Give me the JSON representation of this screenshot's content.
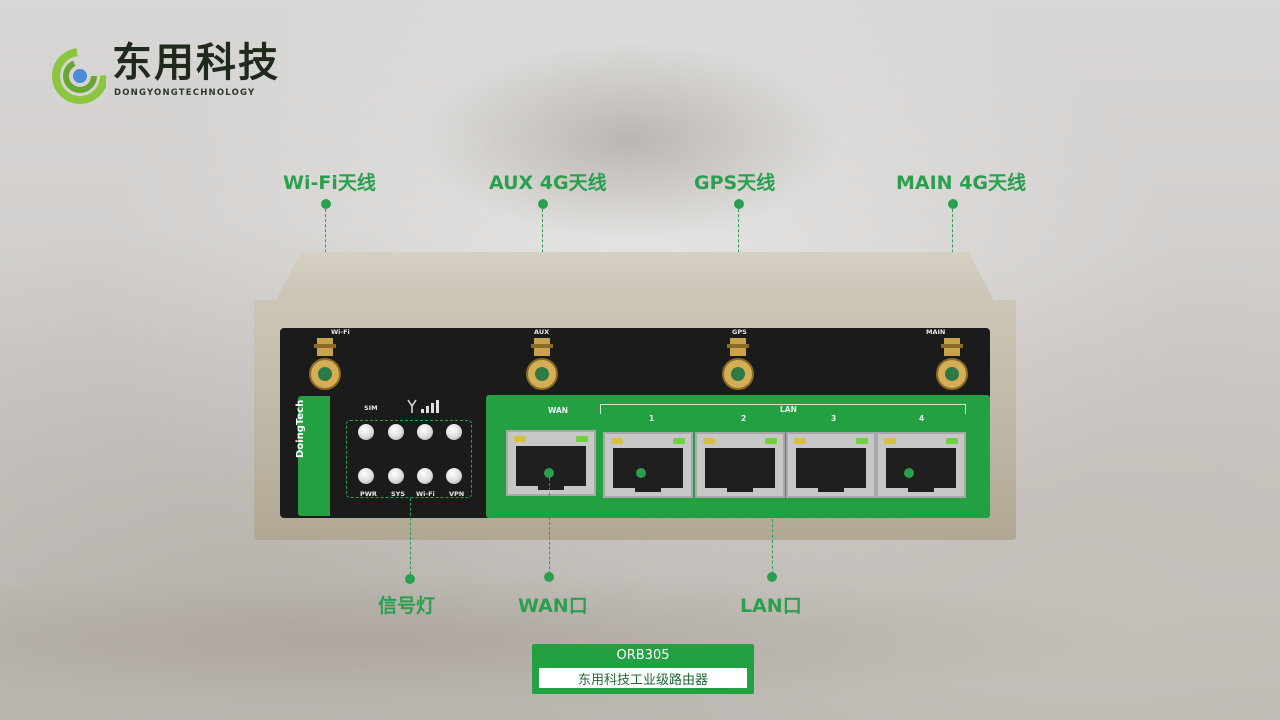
{
  "logo": {
    "name": "东用科技",
    "subtitle": "DONGYONGTECHNOLOGY"
  },
  "callouts": {
    "wifi_antenna": "Wi-Fi天线",
    "aux_antenna": "AUX 4G天线",
    "gps_antenna": "GPS天线",
    "main_antenna": "MAIN 4G天线",
    "signal_lights": "信号灯",
    "wan_port": "WAN口",
    "lan_port": "LAN口"
  },
  "device": {
    "brand": "DoingTech",
    "antenna_labels": [
      "Wi-Fi",
      "AUX",
      "GPS",
      "MAIN"
    ],
    "led_top_label": "SIM",
    "led_bottom_labels": [
      "PWR",
      "SYS",
      "Wi-Fi",
      "VPN"
    ],
    "port_wan_label": "WAN",
    "port_lan_label": "LAN",
    "lan_numbers": [
      "1",
      "2",
      "3",
      "4"
    ]
  },
  "badge": {
    "model": "ORB305",
    "product_name": "东用科技工业级路由器"
  },
  "colors": {
    "accent_green": "#2aa04f",
    "panel_green": "#22a042",
    "logo_dark": "#1f2a1c"
  }
}
